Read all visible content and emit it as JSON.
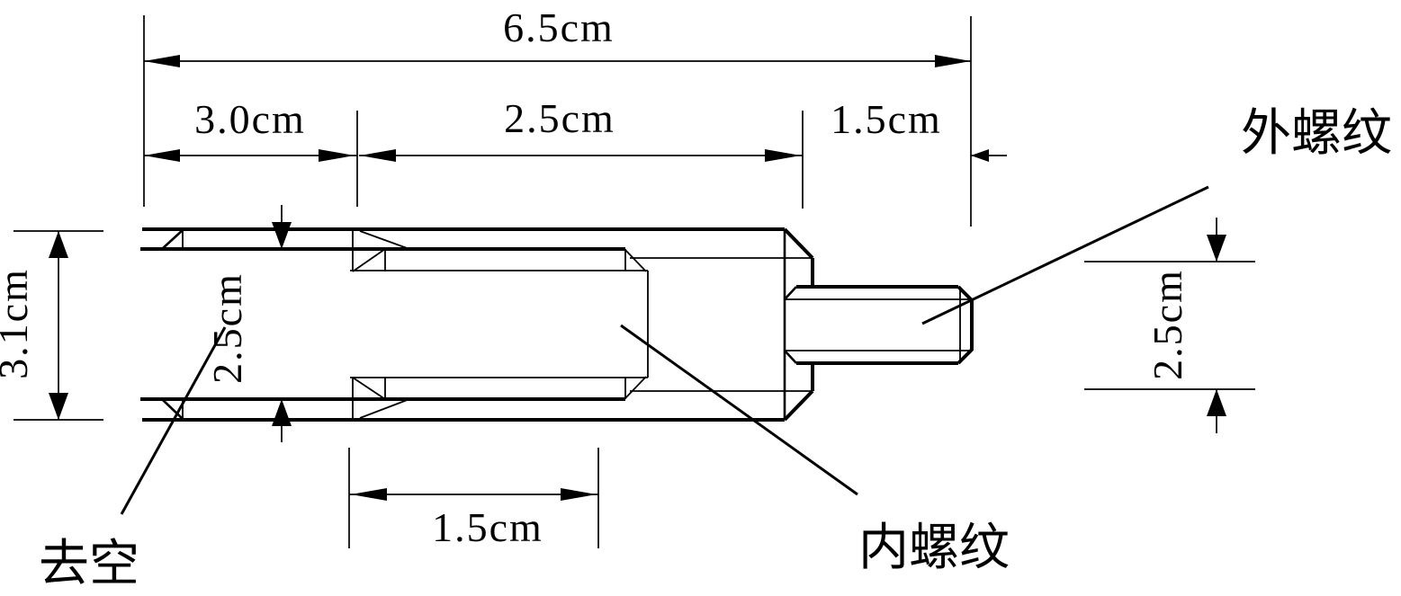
{
  "drawing": {
    "dims": {
      "overall_length": "6.5cm",
      "fork_length": "3.0cm",
      "body_length": "2.5cm",
      "stud_length": "1.5cm",
      "overall_height": "3.1cm",
      "slot_height": "2.5cm",
      "stud_height": "2.5cm",
      "thread_length": "1.5cm"
    },
    "labels": {
      "external_thread": "外螺纹",
      "internal_thread": "内螺纹",
      "clearance": "去空"
    },
    "colors": {
      "line": "#000000",
      "background": "#ffffff"
    }
  }
}
